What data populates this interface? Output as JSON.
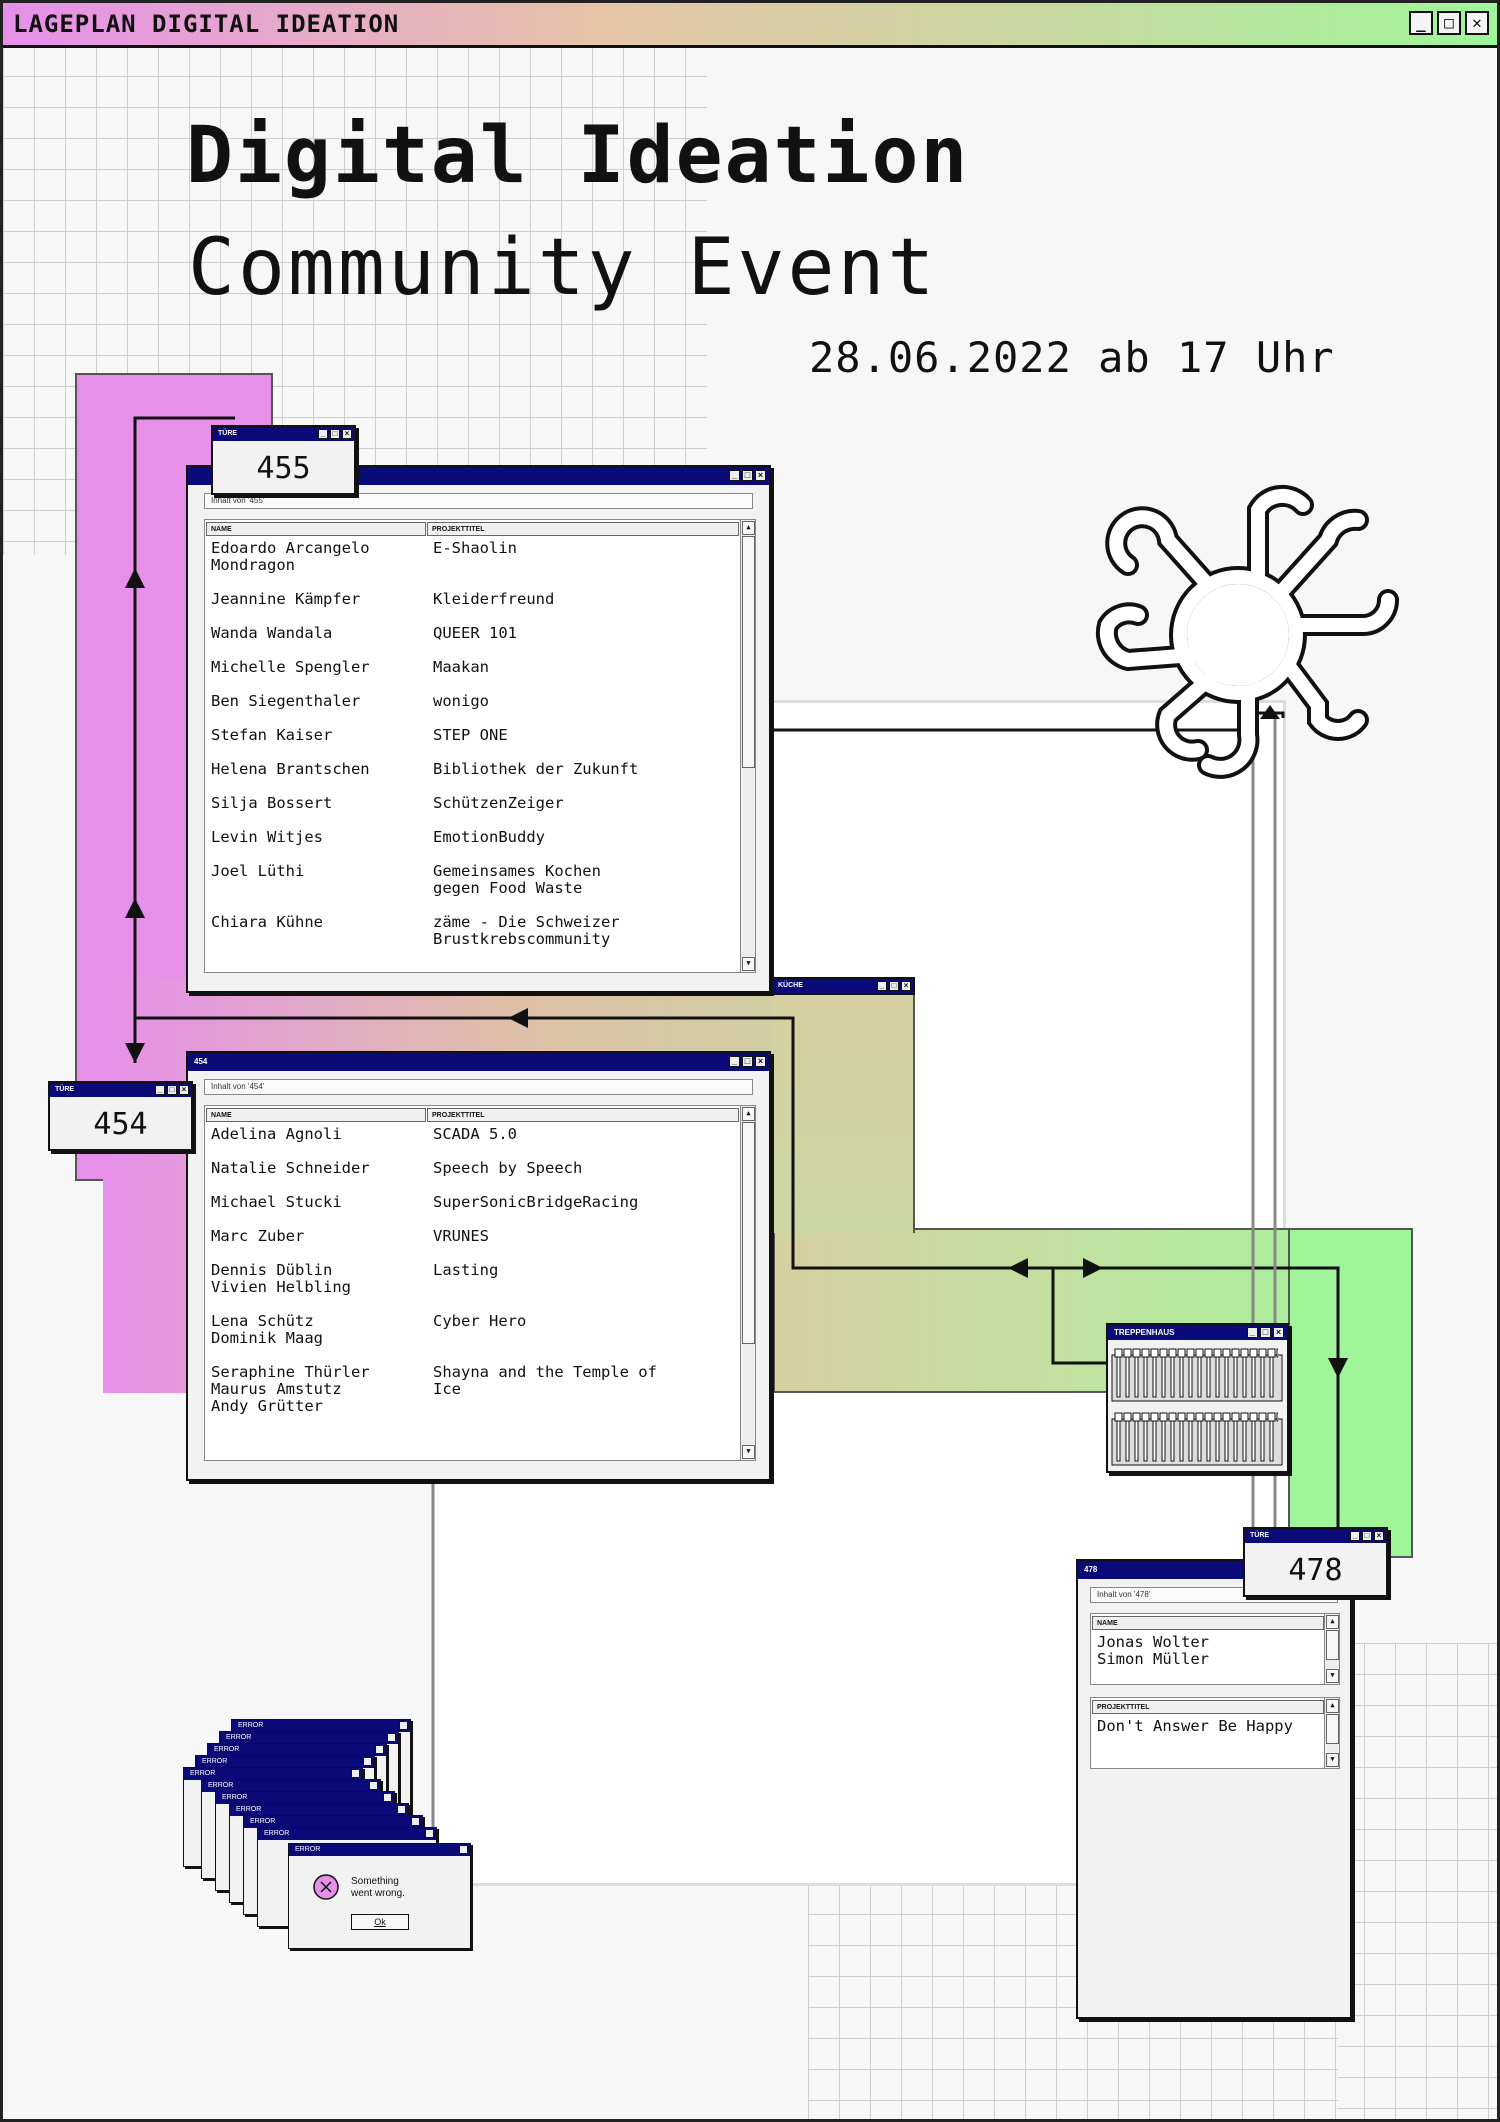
{
  "window": {
    "title": "LAGEPLAN DIGITAL IDEATION"
  },
  "heading": {
    "title": "Digital Ideation",
    "subtitle": "Community Event",
    "date": "28.06.2022 ab 17 Uhr"
  },
  "columns": {
    "name": "NAME",
    "project": "PROJEKTTITEL"
  },
  "room455": {
    "badge_title": "TÜRE",
    "number": "455",
    "address": "Inhalt von '455'",
    "rows": [
      {
        "name": "Edoardo Arcangelo\nMondragon",
        "project": "E-Shaolin"
      },
      {
        "name": "Jeannine Kämpfer",
        "project": "Kleiderfreund"
      },
      {
        "name": "Wanda Wandala",
        "project": "QUEER 101"
      },
      {
        "name": "Michelle Spengler",
        "project": "Maakan"
      },
      {
        "name": "Ben Siegenthaler",
        "project": "wonigo"
      },
      {
        "name": "Stefan Kaiser",
        "project": "STEP ONE"
      },
      {
        "name": "Helena Brantschen",
        "project": "Bibliothek der Zukunft"
      },
      {
        "name": "Silja Bossert",
        "project": "SchützenZeiger"
      },
      {
        "name": "Levin Witjes",
        "project": "EmotionBuddy"
      },
      {
        "name": "Joel Lüthi",
        "project": "Gemeinsames Kochen\ngegen Food Waste"
      },
      {
        "name": "Chiara Kühne",
        "project": "zäme - Die Schweizer\nBrustkrebscommunity"
      }
    ]
  },
  "room454": {
    "window_title": "454",
    "badge_title": "TÜRE",
    "number": "454",
    "address": "Inhalt von '454'",
    "rows": [
      {
        "name": "Adelina Agnoli",
        "project": "SCADA 5.0"
      },
      {
        "name": "Natalie Schneider",
        "project": "Speech by Speech"
      },
      {
        "name": "Michael Stucki",
        "project": "SuperSonicBridgeRacing"
      },
      {
        "name": "Marc Zuber",
        "project": "VRUNES"
      },
      {
        "name": "Dennis Düblin\nVivien Helbling",
        "project": "Lasting"
      },
      {
        "name": "Lena Schütz\nDominik Maag",
        "project": "Cyber Hero"
      },
      {
        "name": "Seraphine Thürler\nMaurus Amstutz\nAndy Grütter",
        "project": "Shayna and the Temple of\nIce"
      }
    ]
  },
  "room478": {
    "window_title": "478",
    "badge_title": "TÜRE",
    "number": "478",
    "address": "Inhalt von '478'",
    "names": "Jonas Wolter\nSimon Müller",
    "project": "Don't Answer Be Happy"
  },
  "kitchen": {
    "title": "KÜCHE"
  },
  "stairs": {
    "title": "TREPPENHAUS"
  },
  "error": {
    "title": "ERROR",
    "message": "Something\nwent wrong.",
    "ok_label": "Ok"
  },
  "colors": {
    "titlebar_blue": "#0a0a78",
    "pink": "#e690ea",
    "green": "#a0f59a"
  }
}
